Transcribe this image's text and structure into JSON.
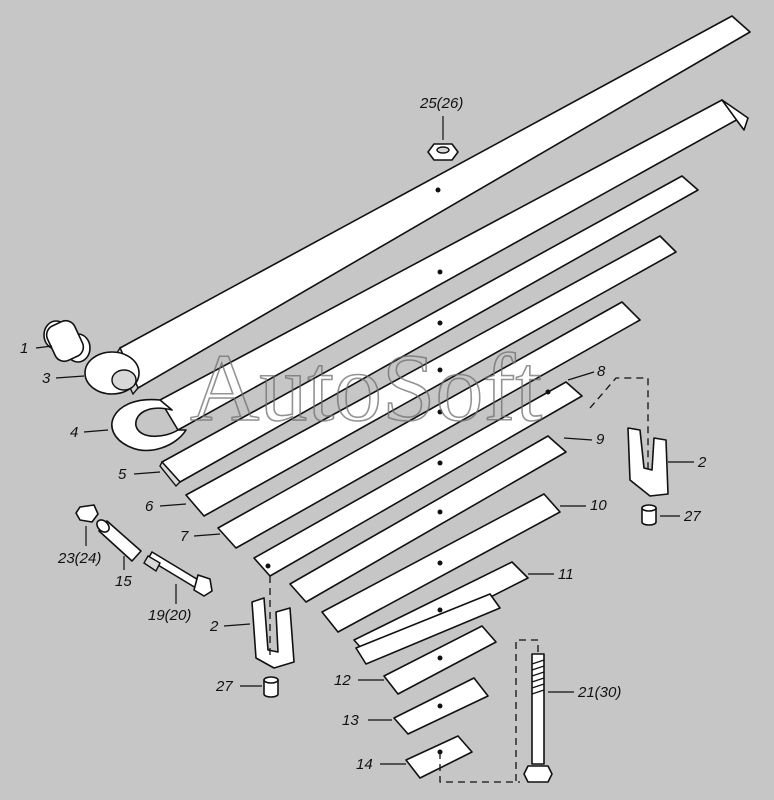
{
  "watermark": "AutoSoft",
  "labels": {
    "l1": "1",
    "l2a": "2",
    "l2b": "2",
    "l3": "3",
    "l4": "4",
    "l5": "5",
    "l6": "6",
    "l7": "7",
    "l8": "8",
    "l9": "9",
    "l10": "10",
    "l11": "11",
    "l12": "12",
    "l13": "13",
    "l14": "14",
    "l15": "15",
    "l19": "19(20)",
    "l21": "21(30)",
    "l23": "23(24)",
    "l25": "25(26)",
    "l27a": "27",
    "l27b": "27"
  }
}
